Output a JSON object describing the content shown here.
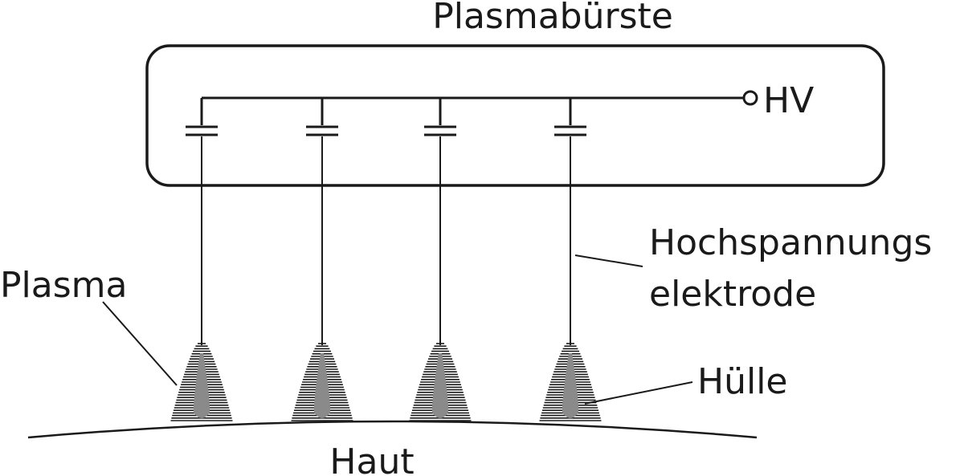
{
  "diagram": {
    "title": "Plasmabürste",
    "hv_label": "HV",
    "electrode_label_line1": "Hochspannungs",
    "electrode_label_line2": "elektrode",
    "plasma_label": "Plasma",
    "sheath_label": "Hülle",
    "skin_label": "Haut",
    "electrode_count": 4
  }
}
